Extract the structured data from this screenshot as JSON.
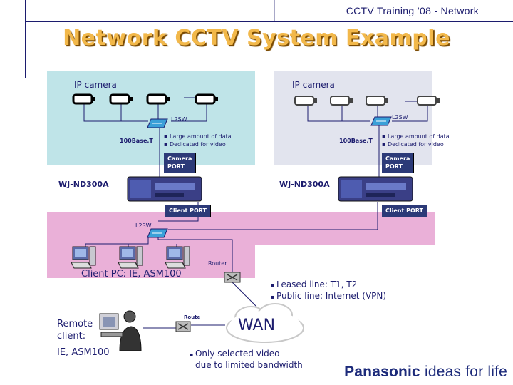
{
  "header": {
    "text": "CCTV Training ’08 - Network"
  },
  "title": "Network CCTV System Example",
  "site_a": {
    "camera_label": "IP camera",
    "switch_label": "L2SW",
    "link_label": "100Base.T",
    "bullets": [
      "Large amount of data",
      "Dedicated for video"
    ],
    "camera_port": [
      "Camera",
      "PORT"
    ],
    "recorder_label": "WJ-ND300A",
    "client_port": "Client PORT"
  },
  "site_b": {
    "camera_label": "IP camera",
    "switch_label": "L2SW",
    "link_label": "100Base.T",
    "bullets": [
      "Large amount of data",
      "Dedicated for video"
    ],
    "camera_port": [
      "Camera",
      "PORT"
    ],
    "recorder_label": "WJ-ND300A",
    "client_port": "Client PORT"
  },
  "client_lan": {
    "switch_label": "L2SW",
    "router_label": "Router",
    "client_label": "Client PC: IE, ASM100"
  },
  "wan": {
    "label": "WAN",
    "line_bullets": [
      "Leased line: T1, T2",
      "Public line: Internet (VPN)"
    ],
    "bandwidth_note": [
      "Only selected video",
      "due to limited bandwidth"
    ]
  },
  "remote": {
    "label": [
      "Remote",
      "client:"
    ],
    "software": "IE, ASM100",
    "router_label": "Route"
  },
  "branding": {
    "brand": "Panasonic",
    "tagline": "ideas for life"
  },
  "colors": {
    "title": "#f2b84a",
    "navy": "#1c1c6e",
    "zone_a": "#bfe4e8",
    "zone_b": "#e2e4ee",
    "client_zone": "#eab0d8",
    "port": "#2c3a78"
  }
}
